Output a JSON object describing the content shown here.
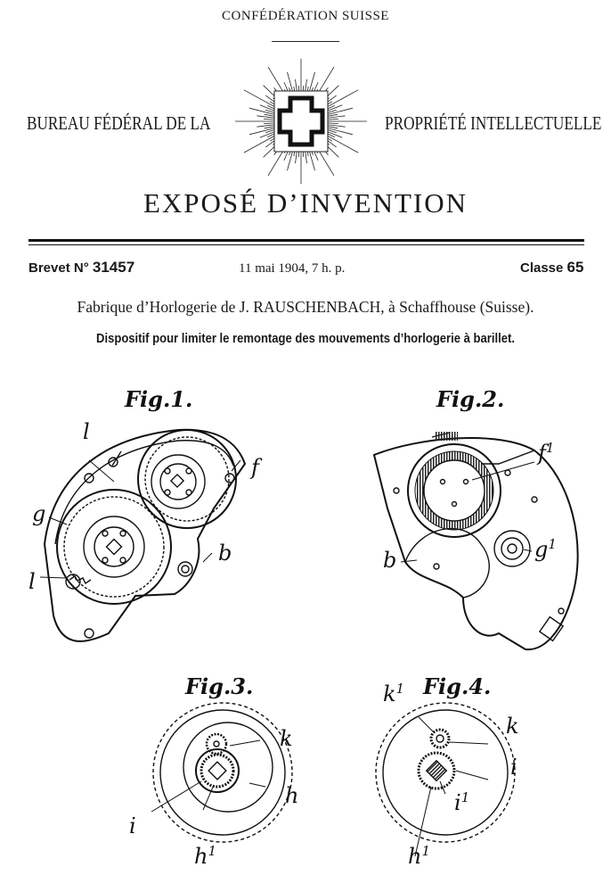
{
  "header": {
    "confederation": "CONFÉDÉRATION SUISSE",
    "bureau_left": "BUREAU FÉDÉRAL DE LA",
    "bureau_right": "PROPRIÉTÉ INTELLECTUELLE",
    "document_type": "EXPOSÉ D’INVENTION"
  },
  "emblem": {
    "icon": "swiss-cross-star-emblem-icon"
  },
  "patent": {
    "brevet_label": "Brevet N°",
    "brevet_number": "31457",
    "date": "11 mai 1904, 7 h. p.",
    "classe_label": "Classe",
    "classe_number": "65",
    "holder": "Fabrique d’Horlogerie de J. RAUSCHENBACH, à Schaffhouse (Suisse).",
    "title": "Dispositif pour limiter le remontage des mouvements d’horlogerie à barillet."
  },
  "figures": {
    "fig1": {
      "label": "Fig.1.",
      "letters": {
        "l_top": "l",
        "f": "f",
        "g": "g",
        "b": "b",
        "l_bottom": "l"
      }
    },
    "fig2": {
      "label": "Fig.2.",
      "letters": {
        "f1": "f",
        "f1_sup": "1",
        "b": "b",
        "g1": "g",
        "g1_sup": "1"
      }
    },
    "fig3": {
      "label": "Fig.3.",
      "letters": {
        "k": "k",
        "h": "h",
        "i": "i",
        "h1": "h",
        "h1_sup": "1"
      }
    },
    "fig4": {
      "label": "Fig.4.",
      "letters": {
        "k1": "k",
        "k1_sup": "1",
        "k": "k",
        "i": "i",
        "i1": "i",
        "i1_sup": "1",
        "h1": "h",
        "h1_sup": "1"
      }
    }
  }
}
